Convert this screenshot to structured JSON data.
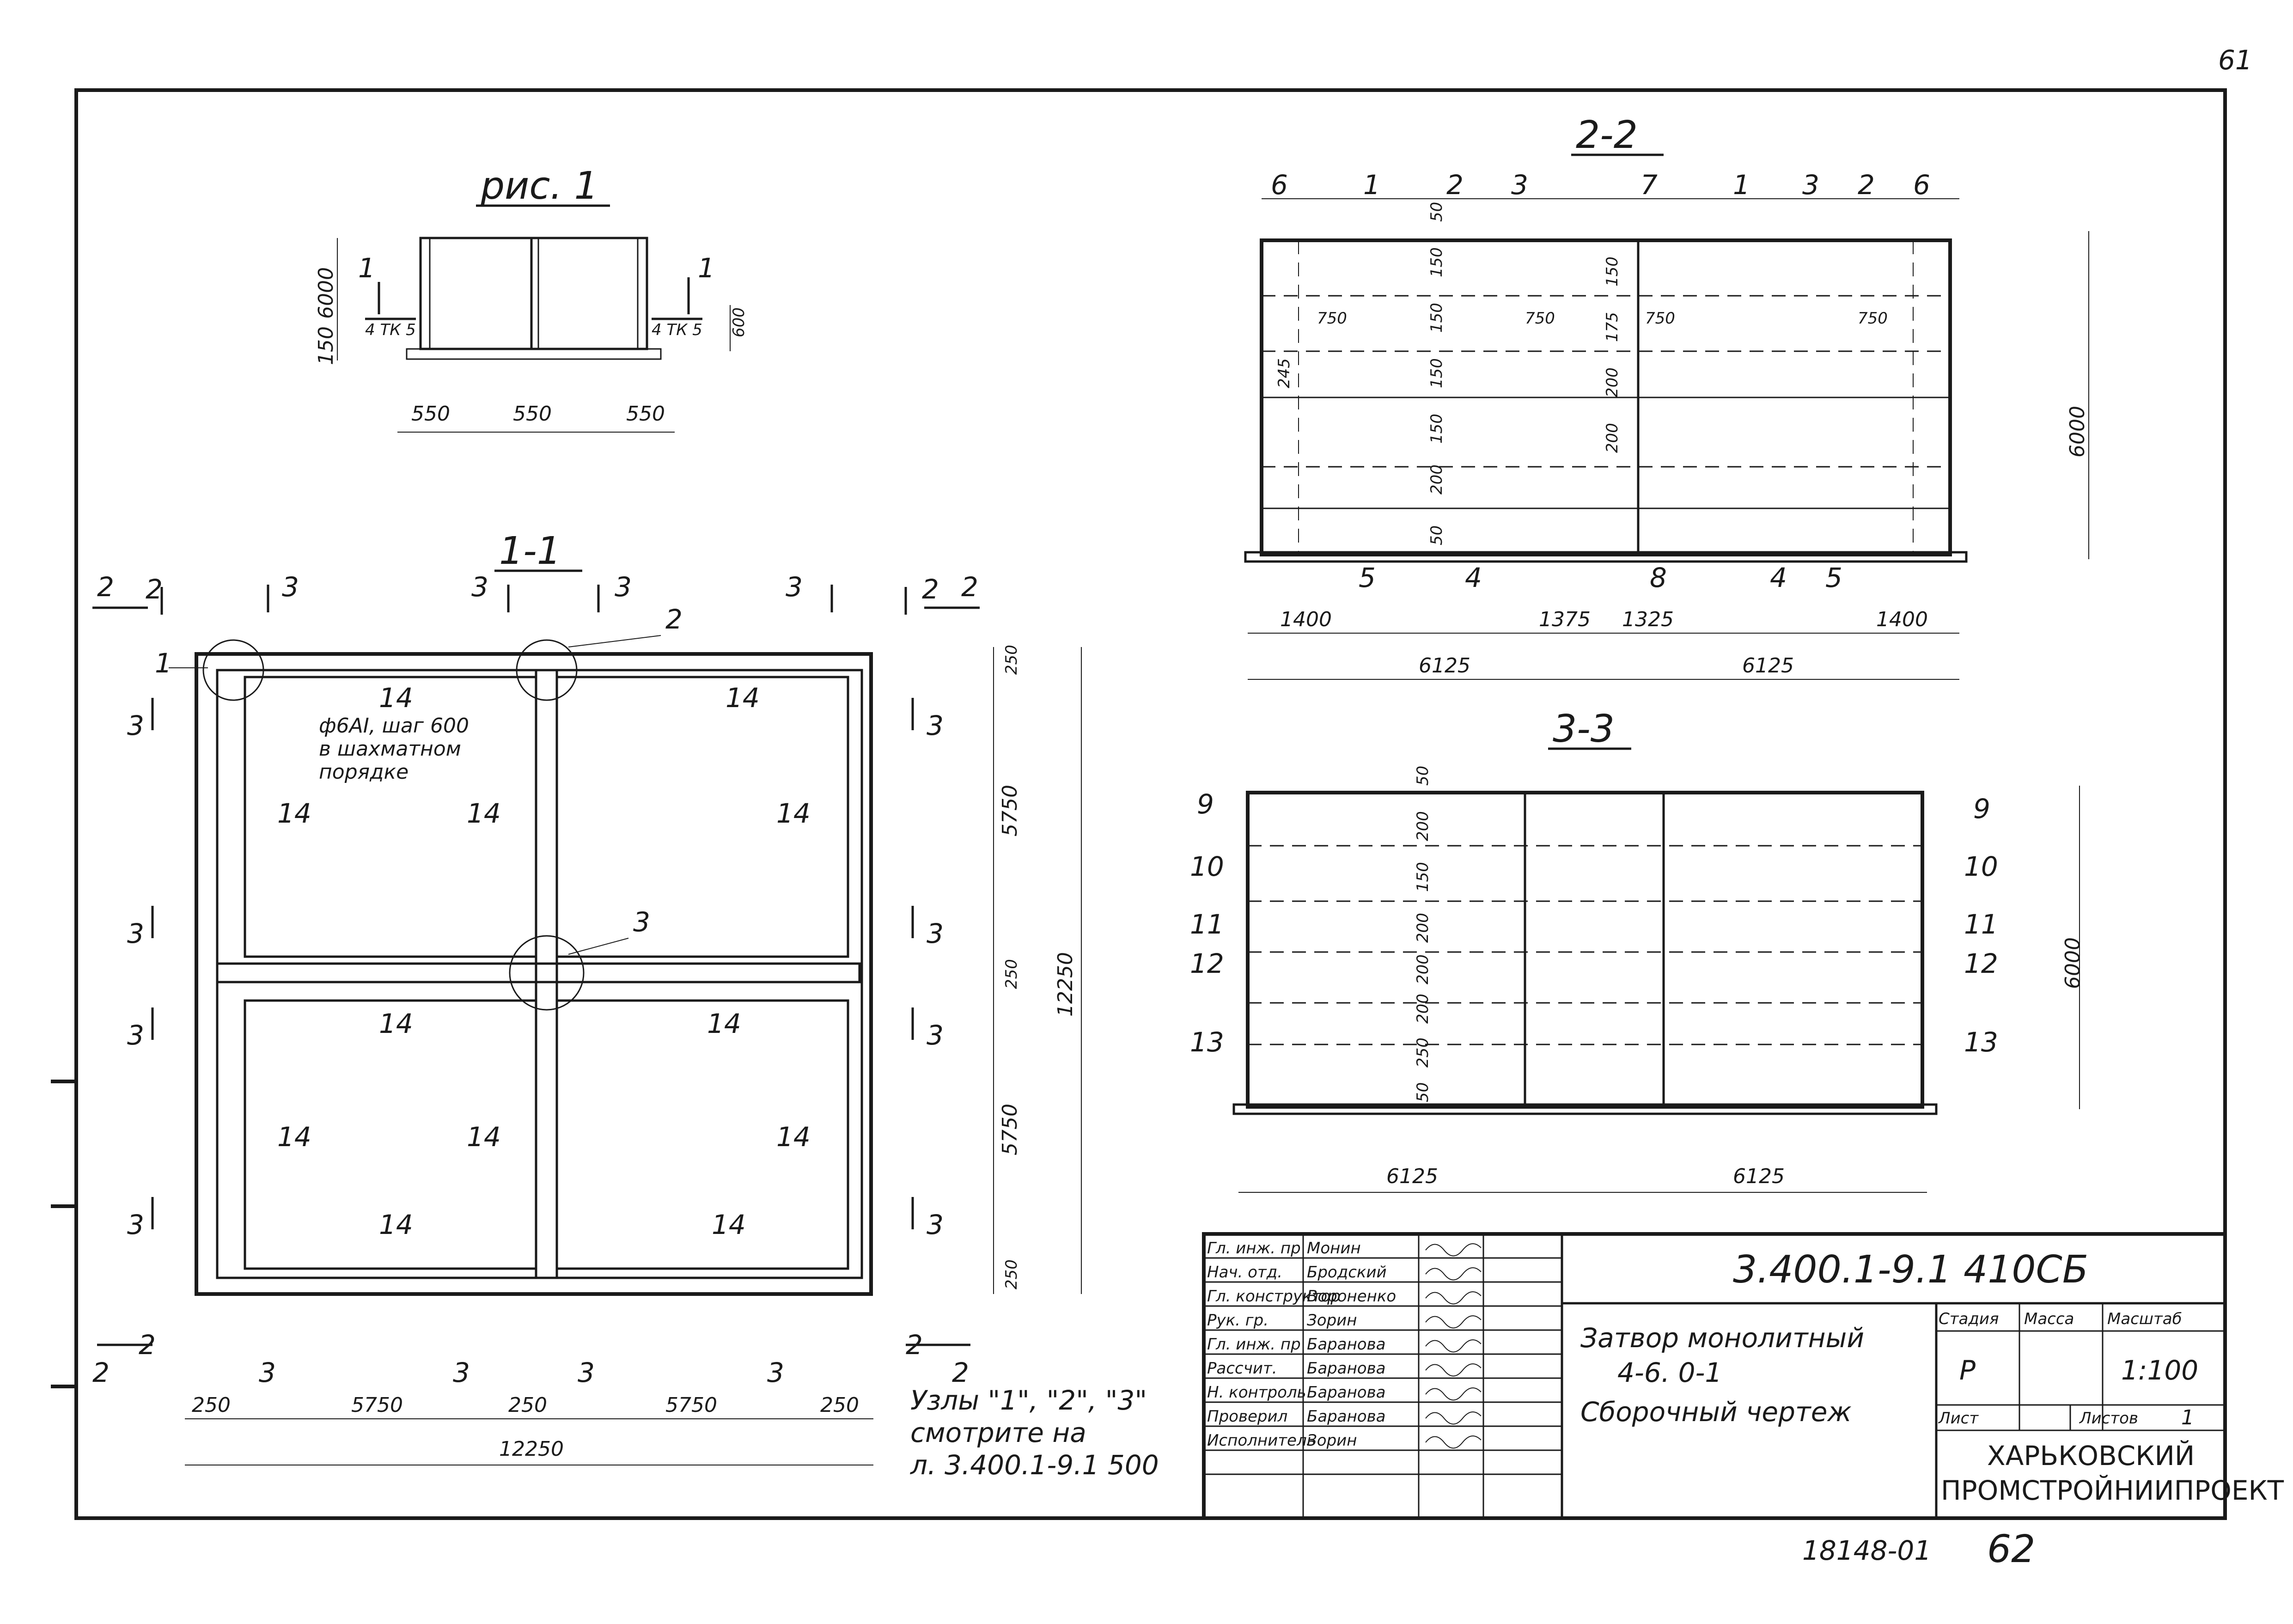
{
  "page_number": "61",
  "bottom_number": "18148-01",
  "bottom_sheet": "62",
  "figure1": {
    "title": "рис. 1",
    "dims_bottom": [
      "550",
      "550",
      "550"
    ],
    "dim_height": "6000",
    "dim_base": "150",
    "dim_right": "600",
    "cut_label": "1",
    "cut_note": "4 ТК 5"
  },
  "section11": {
    "title": "1-1",
    "callouts": [
      "1",
      "2",
      "3"
    ],
    "cut_labels": [
      "2",
      "3"
    ],
    "label14": "14",
    "note": [
      "ф6АI, шаг 600",
      "в шахматном",
      "порядке"
    ],
    "dims_bottom": [
      "250",
      "5750",
      "250",
      "5750",
      "250"
    ],
    "dim_total_bottom": "12250",
    "dims_right": [
      "250",
      "5750",
      "250",
      "5750",
      "250"
    ],
    "dim_total_right": "12250",
    "nodes_note": [
      "Узлы \"1\", \"2\", \"3\"",
      "смотрите на",
      "л. 3.400.1-9.1 500"
    ]
  },
  "section22": {
    "title": "2-2",
    "top_labels": [
      "6",
      "1",
      "2",
      "3",
      "7",
      "1",
      "3",
      "2",
      "6"
    ],
    "bottom_labels": [
      "5",
      "4",
      "8",
      "4",
      "5"
    ],
    "dims_inner": [
      "750",
      "750",
      "750",
      "750"
    ],
    "dims_left_vert": [
      "245"
    ],
    "dims_center_vert": [
      "50",
      "150",
      "150",
      "150",
      "150",
      "200",
      "50"
    ],
    "dims_center_vert2": [
      "150",
      "175",
      "200",
      "200"
    ],
    "dims_bottom": [
      "1400",
      "1375",
      "1325",
      "1400"
    ],
    "dims_total": [
      "6125",
      "6125"
    ],
    "dim_height": "6000"
  },
  "section33": {
    "title": "3-3",
    "left_labels": [
      "9",
      "10",
      "11",
      "12",
      "13"
    ],
    "right_labels": [
      "9",
      "10",
      "11",
      "12",
      "13"
    ],
    "dims_vert": [
      "50",
      "200",
      "150",
      "200",
      "200",
      "200",
      "250",
      "50"
    ],
    "dims_total": [
      "6125",
      "6125"
    ],
    "dim_height": "6000"
  },
  "title_block": {
    "doc_code": "3.400.1-9.1 410СБ",
    "roles": [
      "Гл. инж. пр",
      "Нач. отд.",
      "Гл. конструктор",
      "Рук. гр.",
      "Гл. инж. пр",
      "Рассчит.",
      "Н. контроль",
      "Проверил",
      "Исполнитель"
    ],
    "names": [
      "Монин",
      "Бродский",
      "Вороненко",
      "Зорин",
      "Баранова",
      "Баранова",
      "Баранова",
      "Баранова",
      "Зорин"
    ],
    "title_lines": [
      "Затвор монолитный",
      "4-6. 0-1",
      "Сборочный чертеж"
    ],
    "col_headers": [
      "Стадия",
      "Масса",
      "Масштаб"
    ],
    "stage": "Р",
    "scale": "1:100",
    "sheet_label": "Лист",
    "sheets_label": "Листов",
    "sheets_count": "1",
    "org_lines": [
      "ХАРЬКОВСКИЙ",
      "ПРОМСТРОЙНИИПРОЕКТ"
    ]
  }
}
